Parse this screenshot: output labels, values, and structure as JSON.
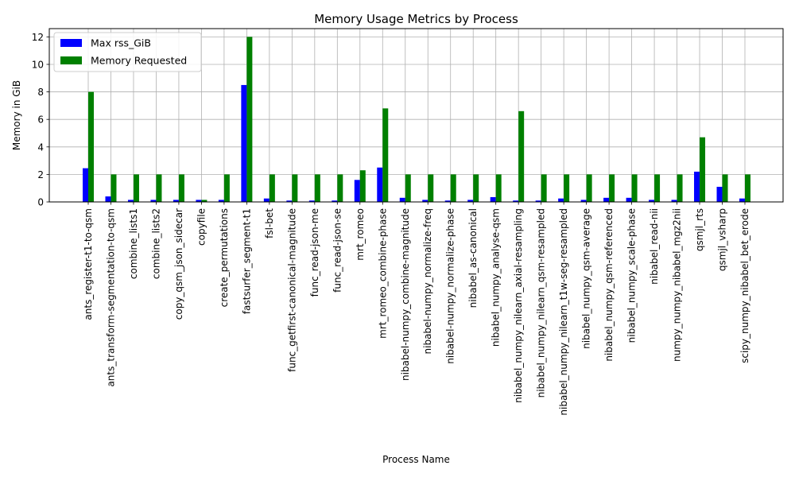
{
  "chart_data": {
    "type": "bar",
    "title": "Memory Usage Metrics by Process",
    "xlabel": "Process Name",
    "ylabel": "Memory in GiB",
    "ylim": [
      0,
      12.6
    ],
    "yticks": [
      0,
      2,
      4,
      6,
      8,
      10,
      12
    ],
    "grid": true,
    "legend_position": "top-left",
    "categories": [
      "ants_register-t1-to-qsm",
      "ants_transform-segmentation-to-qsm",
      "combine_lists1",
      "combine_lists2",
      "copy_qsm_json_sidecar",
      "copyfile",
      "create_permutations",
      "fastsurfer_segment-t1",
      "fsl-bet",
      "func_getfirst-canonical-magnitude",
      "func_read-json-me",
      "func_read-json-se",
      "mrt_romeo",
      "mrt_romeo_combine-phase",
      "nibabel-numpy_combine-magnitude",
      "nibabel-numpy_normalize-freq",
      "nibabel-numpy_normalize-phase",
      "nibabel_as-canonical",
      "nibabel_numpy_analyse-qsm",
      "nibabel_numpy_nilearn_axial-resampling",
      "nibabel_numpy_nilearn_qsm-resampled",
      "nibabel_numpy_nilearn_t1w-seg-resampled",
      "nibabel_numpy_qsm-average",
      "nibabel_numpy_qsm-referenced",
      "nibabel_numpy_scale-phase",
      "nibabel_read-nii",
      "numpy_numpy_nibabel_mgz2nii",
      "qsmjl_rts",
      "qsmjl_vsharp",
      "scipy_numpy_nibabel_bet_erode"
    ],
    "series": [
      {
        "name": "Max rss_GiB",
        "color": "#0000ff",
        "values": [
          2.45,
          0.4,
          0.15,
          0.15,
          0.15,
          0.15,
          0.15,
          8.5,
          0.25,
          0.1,
          0.1,
          0.1,
          1.6,
          2.5,
          0.3,
          0.15,
          0.1,
          0.15,
          0.35,
          0.1,
          0.1,
          0.25,
          0.15,
          0.3,
          0.3,
          0.15,
          0.15,
          2.2,
          1.1,
          0.25
        ]
      },
      {
        "name": "Memory Requested",
        "color": "#008000",
        "values": [
          8.0,
          2.0,
          2.0,
          2.0,
          2.0,
          0.15,
          2.0,
          12.0,
          2.0,
          2.0,
          2.0,
          2.0,
          2.3,
          6.8,
          2.0,
          2.0,
          2.0,
          2.0,
          2.0,
          6.6,
          2.0,
          2.0,
          2.0,
          2.0,
          2.0,
          2.0,
          2.0,
          4.7,
          2.0,
          2.0
        ]
      }
    ]
  }
}
